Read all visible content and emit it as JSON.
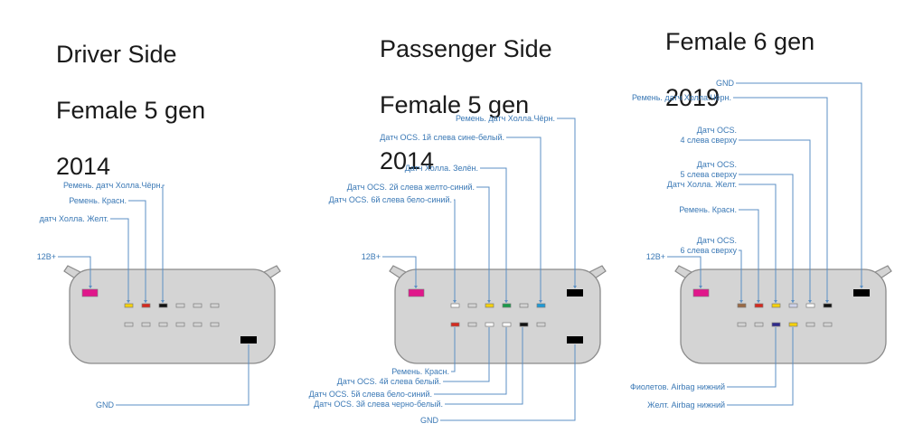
{
  "connectors": [
    {
      "id": "driver",
      "title_lines": [
        "Driver Side",
        "Female 5 gen",
        "2014"
      ],
      "main_pin": {
        "color": "#e0178b",
        "label": "12B+"
      },
      "gnd_pin": {
        "color": "#000000",
        "label": "GND",
        "position": "bottom-right"
      },
      "top_row": [
        "#f5d10c",
        "#d62a1e",
        "#111111",
        "#d4d4d4",
        "#d4d4d4",
        "#d4d4d4"
      ],
      "bottom_row": [
        "#d4d4d4",
        "#d4d4d4",
        "#d4d4d4",
        "#d4d4d4",
        "#d4d4d4",
        "#d4d4d4"
      ],
      "labels_top": [
        {
          "text": "Ремень. датч Холла.Чёрн.",
          "pin_row": "top",
          "pin_index": 2
        },
        {
          "text": "Ремень. Красн.",
          "pin_row": "top",
          "pin_index": 1
        },
        {
          "text": "датч Холла. Желт.",
          "pin_row": "top",
          "pin_index": 0
        }
      ],
      "labels_bottom": []
    },
    {
      "id": "passenger",
      "title_lines": [
        "Passenger Side",
        "Female 5 gen",
        "2014"
      ],
      "main_pin": {
        "color": "#e0178b",
        "label": "12B+"
      },
      "gnd_pin": {
        "color": "#000000",
        "label": "GND",
        "position": "bottom-right"
      },
      "extra_pin": {
        "color": "#000000",
        "label": "Ремень. датч Холла.Чёрн.",
        "position": "top-right"
      },
      "top_row": [
        "#ffffff",
        "#d4d4d4",
        "#f5d10c",
        "#1a9b4a",
        "#d4d4d4",
        "#1e9ad6"
      ],
      "bottom_row": [
        "#d62a1e",
        "#d4d4d4",
        "#ffffff",
        "#ffffff",
        "#111111",
        "#d4d4d4"
      ],
      "labels_top": [
        {
          "text": "Датч OCS. 1й слева сине-белый.",
          "pin_row": "top",
          "pin_index": 5
        },
        {
          "text": "Датч Холла. Зелён.",
          "pin_row": "top",
          "pin_index": 3
        },
        {
          "text": "Датч OCS. 2й слева желто-синий.",
          "pin_row": "top",
          "pin_index": 2
        },
        {
          "text": "Датч OCS. 6й слева бело-синий.",
          "pin_row": "top",
          "pin_index": 0
        }
      ],
      "labels_bottom": [
        {
          "text": "Ремень. Красн.",
          "pin_row": "bottom",
          "pin_index": 0
        },
        {
          "text": "Датч OCS. 4й слева белый.",
          "pin_row": "bottom",
          "pin_index": 2
        },
        {
          "text": "Датч OCS. 5й слева бело-синий.",
          "pin_row": "bottom",
          "pin_index": 3
        },
        {
          "text": "Датч OCS. 3й слева черно-белый.",
          "pin_row": "bottom",
          "pin_index": 4
        }
      ]
    },
    {
      "id": "gen6",
      "title_lines": [
        "Female 6 gen",
        "2019"
      ],
      "main_pin": {
        "color": "#e0178b",
        "label": "12B+"
      },
      "gnd_pin": {
        "color": "#000000",
        "label": "GND",
        "position": "top-right"
      },
      "top_row": [
        "#9a6a45",
        "#d62a1e",
        "#f5d10c",
        "#d0d4ea",
        "#ffffff",
        "#111111"
      ],
      "bottom_row": [
        "#d4d4d4",
        "#d4d4d4",
        "#2e2a8c",
        "#f5d10c",
        "#d4d4d4",
        "#d4d4d4"
      ],
      "labels_top": [
        {
          "text": "Ремень. датч Холла.Чёрн.",
          "pin_row": "top",
          "pin_index": 5
        },
        {
          "text": "Датч OCS.\n4 слева сверху",
          "pin_row": "top",
          "pin_index": 4
        },
        {
          "text": "Датч OCS.\n5 слева сверху",
          "pin_row": "top",
          "pin_index": 3
        },
        {
          "text": "Датч Холла. Желт.",
          "pin_row": "top",
          "pin_index": 2
        },
        {
          "text": "Ремень. Красн.",
          "pin_row": "top",
          "pin_index": 1
        },
        {
          "text": "Датч OCS.\n6 слева сверху",
          "pin_row": "top",
          "pin_index": 0
        }
      ],
      "labels_bottom": [
        {
          "text": "Фиолетов. Airbag нижний",
          "pin_row": "bottom",
          "pin_index": 2
        },
        {
          "text": "Желт. Airbag нижний",
          "pin_row": "bottom",
          "pin_index": 3
        }
      ]
    }
  ]
}
